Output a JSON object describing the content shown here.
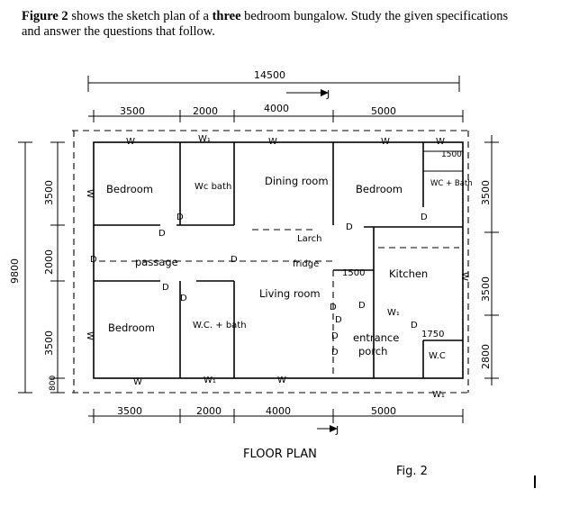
{
  "question": {
    "part1_bold": "Figure 2",
    "part2": " shows the sketch plan of a ",
    "part3_bold": "three",
    "part4": " bedroom bungalow.  Study the given specifications and answer the questions that follow."
  },
  "dimensions": {
    "overall_top": "14500",
    "top": [
      "3500",
      "2000",
      "4000",
      "5000"
    ],
    "bottom": [
      "3500",
      "2000",
      "4000",
      "5000"
    ],
    "left_overall": "9800",
    "left": [
      "3500",
      "2000",
      "3500",
      "800"
    ],
    "right": [
      "3500",
      "3500",
      "2800"
    ],
    "kitchen_wc_width": "1500",
    "kitchen_offset": "1500",
    "porch_wc_width": "1750"
  },
  "rooms": {
    "bedroom_top_left": "Bedroom",
    "wc_bath_top": "Wc bath",
    "dining_room": "Dining room",
    "bedroom_top_right": "Bedroom",
    "wc_bath_right": "WC + Bath",
    "passage": "passage",
    "larch": "Larch",
    "fridge": "fridge",
    "kitchen": "Kitchen",
    "living_room": "Living room",
    "bedroom_bottom_left": "Bedroom",
    "wc_bath_bottom": "W.C. + bath",
    "entrance": "entrance",
    "porch": "porch",
    "wc_porch": "W.C"
  },
  "symbols": {
    "window": "W",
    "window_small": "W₁",
    "door": "D",
    "section": "J"
  },
  "titles": {
    "plan": "FLOOR PLAN",
    "figure": "Fig. 2"
  }
}
